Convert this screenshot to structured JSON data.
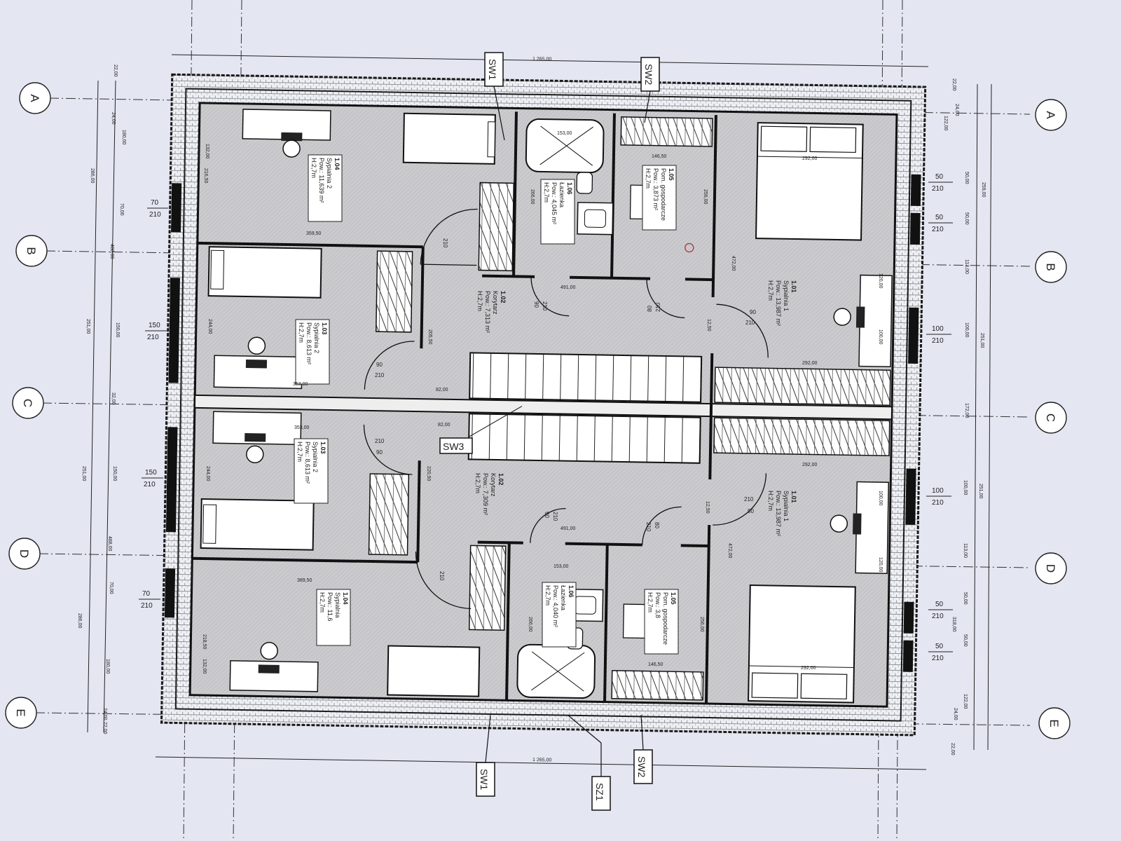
{
  "axes": [
    "A",
    "B",
    "C",
    "D",
    "E"
  ],
  "overall_dim": "1 265,00",
  "section_tags": {
    "sw1": "SW1",
    "sw2": "SW2",
    "sw3": "SW3",
    "sz1": "SZ1"
  },
  "rooms": {
    "r101a": {
      "num": "1.01",
      "name": "Sypialnia 1",
      "area": "Pow.: 13,987 m²",
      "h": "H:2,7m"
    },
    "r101b": {
      "num": "1.01",
      "name": "Sypialnia 1",
      "area": "Pow.: 13,987 m²",
      "h": "H:2,7m"
    },
    "r102a": {
      "num": "1.02",
      "name": "Korytarz",
      "area": "Pow.: 7,313 m²",
      "h": "H:2,7m"
    },
    "r102b": {
      "num": "1.02",
      "name": "Korytarz",
      "area": "Pow.: 7,309 m²",
      "h": "H:2,7m"
    },
    "r103a": {
      "num": "1.03",
      "name": "Sypialnia 2",
      "area": "Pow.: 8,613 m²",
      "h": "H:2,7m"
    },
    "r103b": {
      "num": "1.03",
      "name": "Sypialnia 2",
      "area": "Pow.: 8,613 m²",
      "h": "H:2,7m"
    },
    "r104a": {
      "num": "1.04",
      "name": "Sypialnia 2",
      "area": "Pow.: 11,639 m²",
      "h": "H:2,7m"
    },
    "r104b": {
      "num": "1.04",
      "name": "Sypialnia",
      "area": "Pow.: 11,6",
      "h": "H:2,7m"
    },
    "r105a": {
      "num": "1.05",
      "name": "Pom. gospodarcze",
      "area": "Pow.: 3,873 m²",
      "h": "H:2,7m"
    },
    "r105b": {
      "num": "1.05",
      "name": "Pom. gospodarcze",
      "area": "Pow.: 3,8",
      "h": "H:2,7m"
    },
    "r106a": {
      "num": "1.06",
      "name": "Łazienka",
      "area": "Pow.: 4,045 m²",
      "h": "H:2,7m"
    },
    "r106b": {
      "num": "1.06",
      "name": "Łazienka",
      "area": "Pow.: 4,040 m²",
      "h": "H:2,7m"
    }
  },
  "openings": {
    "l1": [
      "70",
      "210"
    ],
    "l2": [
      "150",
      "210"
    ],
    "l3": [
      "150",
      "210"
    ],
    "l4": [
      "70",
      "210"
    ],
    "r1": [
      "50",
      "210"
    ],
    "r2": [
      "50",
      "210"
    ],
    "r3": [
      "100",
      "210"
    ],
    "r4": [
      "100",
      "210"
    ],
    "r5": [
      "50",
      "210"
    ],
    "r6": [
      "50",
      "210"
    ]
  },
  "doors": {
    "d1": [
      "90",
      "210"
    ],
    "d2": [
      "210",
      "90"
    ],
    "d3": [
      "90",
      "210"
    ],
    "d4": [
      "210",
      "90"
    ],
    "d5": [
      "80",
      "210"
    ],
    "d6": [
      "80",
      "210"
    ],
    "d7": [
      "80",
      "210"
    ],
    "d8": [
      "80",
      "210"
    ],
    "d9": [
      "210",
      "90"
    ],
    "d10": [
      "210",
      "90"
    ]
  },
  "dims": {
    "left_chain": [
      "22,00",
      "24,00",
      "180,00",
      "286,00",
      "70,00",
      "488,00",
      "150,00",
      "251,00",
      "32,00",
      "150,00",
      "251,00",
      "488,00",
      "70,00",
      "286,00",
      "180,00",
      "24,00",
      "22,00"
    ],
    "right_chain": [
      "22,00",
      "24,00",
      "122,00",
      "50,00",
      "50,00",
      "259,00",
      "113,00",
      "100,00",
      "251,00",
      "172,00",
      "100,00",
      "251,00",
      "113,00",
      "50,00",
      "50,00",
      "318,00",
      "122,00",
      "24,00",
      "22,00"
    ],
    "inner": [
      "359,50",
      "353,00",
      "353,00",
      "389,50",
      "146,50",
      "146,50",
      "292,00",
      "292,00",
      "292,00",
      "292,00",
      "153,00",
      "153,00",
      "491,00",
      "491,00",
      "82,00",
      "82,00",
      "256,00",
      "256,00",
      "266,00",
      "266,00",
      "216,50",
      "218,50",
      "132,00",
      "132,00",
      "205,50",
      "220,50",
      "472,00",
      "472,00",
      "244,00",
      "244,00",
      "100,00",
      "100,00",
      "120,00",
      "120,00",
      "12,50",
      "12,50"
    ]
  },
  "colors": {
    "paper": "#e4e6f2",
    "floor": "#c9c9cc",
    "wall": "#1a1a1a",
    "insulation": "#f0f0f4",
    "line": "#222222"
  }
}
